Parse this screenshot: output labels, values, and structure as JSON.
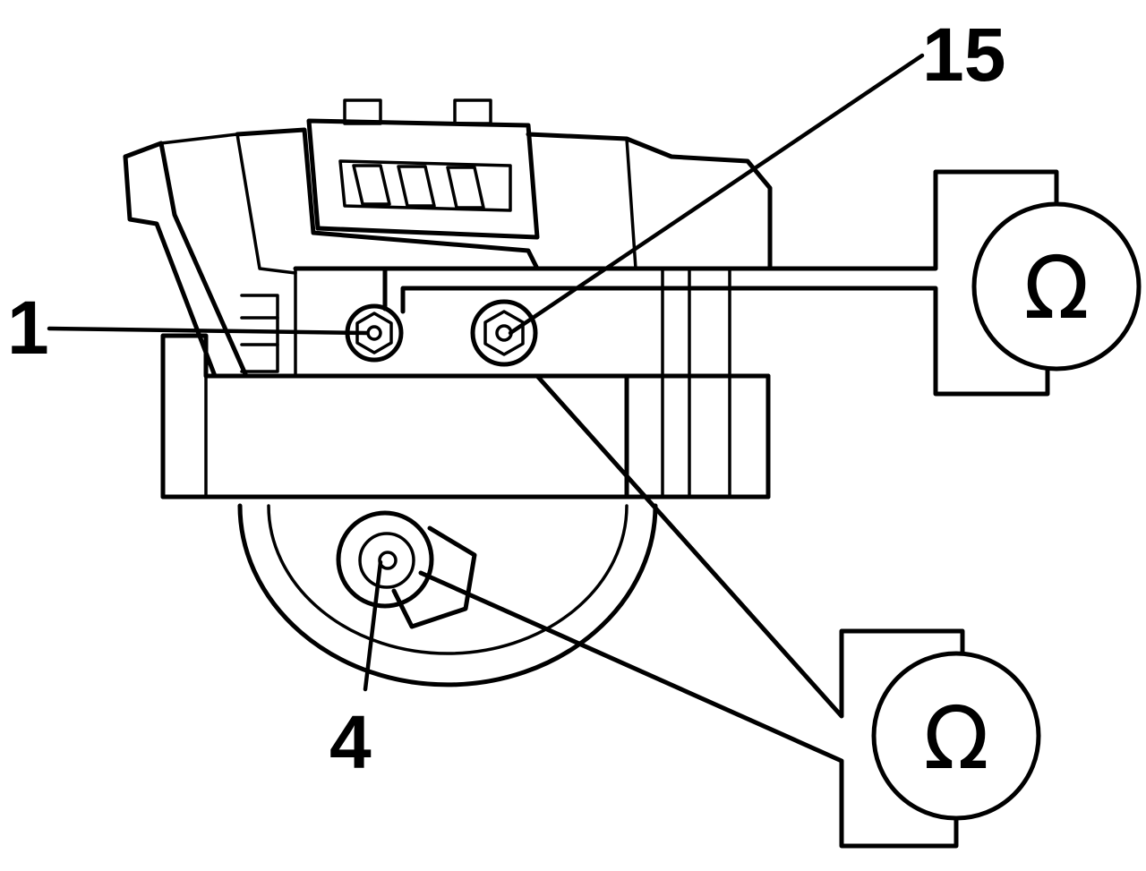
{
  "callouts": {
    "label_1": "1",
    "label_4": "4",
    "label_15": "15"
  },
  "meters": {
    "upper_symbol": "Ω",
    "lower_symbol": "Ω"
  },
  "colors": {
    "line": "#000000",
    "background": "#ffffff"
  }
}
